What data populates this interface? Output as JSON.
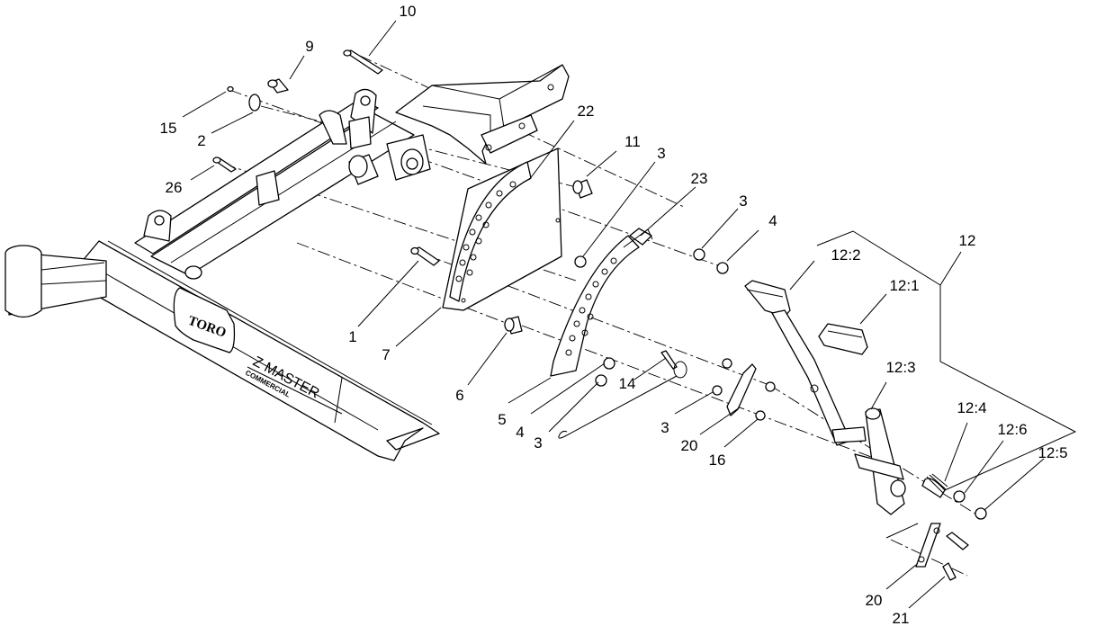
{
  "diagram": {
    "callouts": {
      "c10": "10",
      "c9": "9",
      "c15": "15",
      "c2": "2",
      "c26": "26",
      "c22": "22",
      "c11": "11",
      "c3a": "3",
      "c23": "23",
      "c3b": "3",
      "c4a": "4",
      "c12": "12",
      "c12_2": "12:2",
      "c12_1": "12:1",
      "c1": "1",
      "c7": "7",
      "c6": "6",
      "c14": "14",
      "c12_3": "12:3",
      "c5": "5",
      "c4b": "4",
      "c3c": "3",
      "c3d": "3",
      "c20a": "20",
      "c16": "16",
      "c12_4": "12:4",
      "c12_6": "12:6",
      "c12_5": "12:5",
      "c20b": "20",
      "c21": "21"
    },
    "frame_decal": {
      "brand": "TORO",
      "model": "Z MASTER",
      "model_sub": "COMMERCIAL"
    }
  }
}
